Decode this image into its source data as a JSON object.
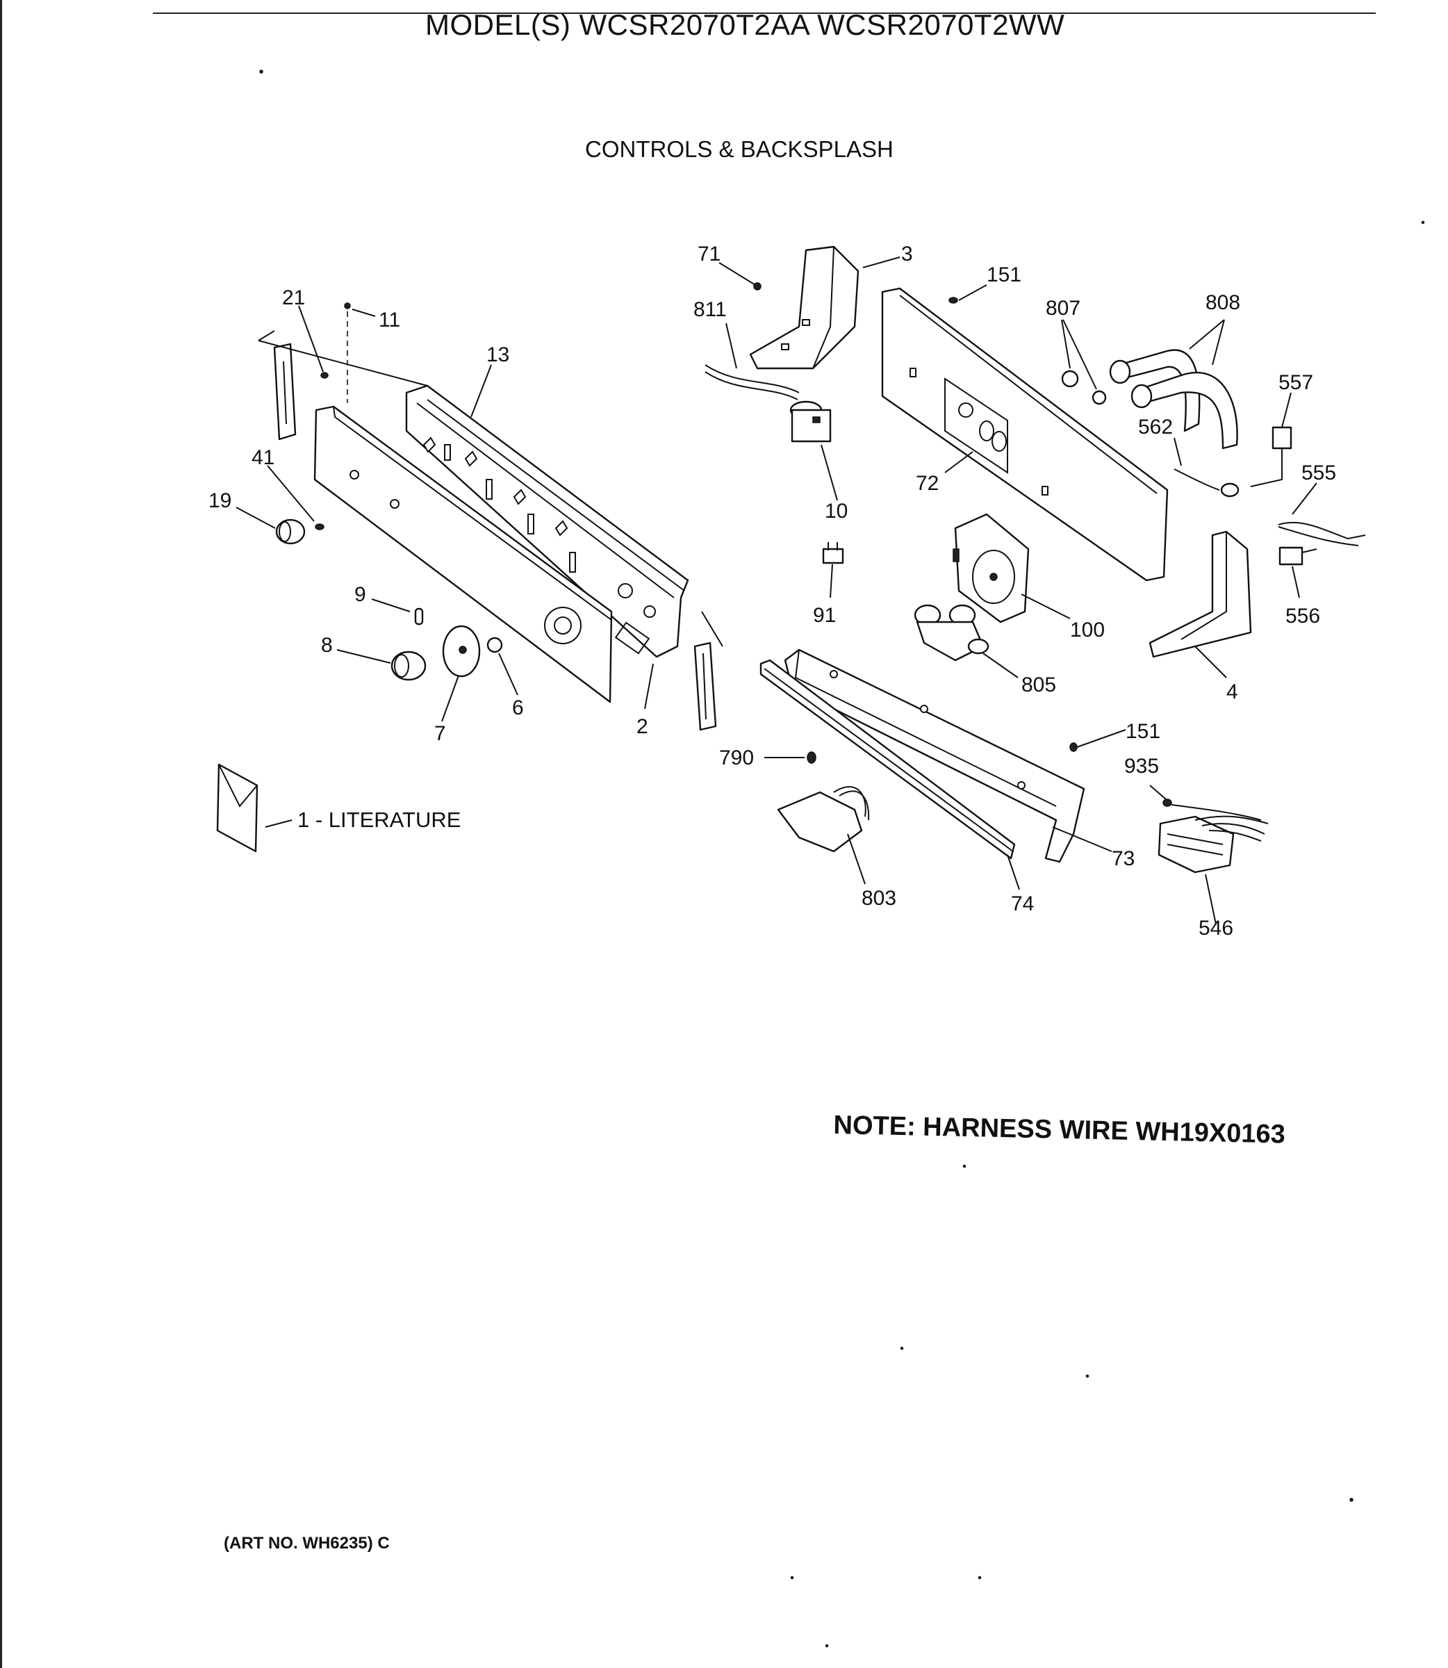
{
  "header": {
    "title": "MODEL(S) WCSR2070T2AA  WCSR2070T2WW",
    "section": "CONTROLS & BACKSPLASH"
  },
  "note": "NOTE: HARNESS WIRE WH19X0163",
  "art_number": "(ART NO. WH6235) C",
  "literature_label": "1 - LITERATURE",
  "callouts": {
    "c2": "2",
    "c3": "3",
    "c4": "4",
    "c6": "6",
    "c7": "7",
    "c8": "8",
    "c9": "9",
    "c10": "10",
    "c11": "11",
    "c13": "13",
    "c19": "19",
    "c21": "21",
    "c41": "41",
    "c71": "71",
    "c72": "72",
    "c73": "73",
    "c74": "74",
    "c91": "91",
    "c100": "100",
    "c151a": "151",
    "c151b": "151",
    "c546": "546",
    "c555": "555",
    "c556": "556",
    "c557": "557",
    "c562": "562",
    "c790": "790",
    "c803": "803",
    "c805": "805",
    "c807": "807",
    "c808": "808",
    "c811": "811",
    "c935": "935"
  }
}
